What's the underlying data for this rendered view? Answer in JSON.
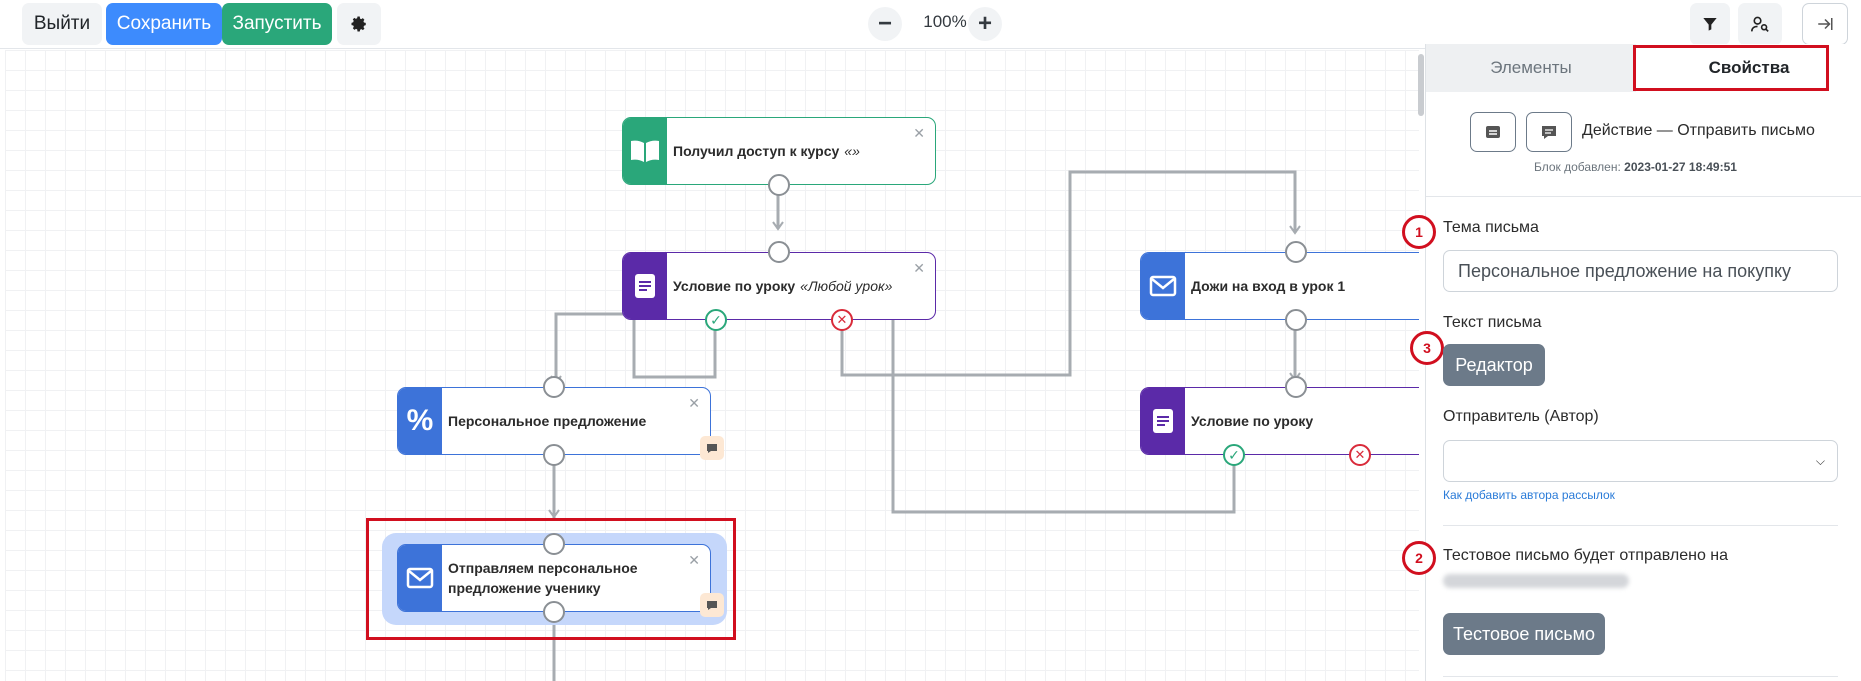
{
  "toolbar": {
    "exit": "Выйти",
    "save": "Сохранить",
    "run": "Запустить",
    "zoom": "100%"
  },
  "nodes": {
    "n1": {
      "title": "Получил доступ к курсу",
      "param": "«»"
    },
    "n2": {
      "title": "Условие по уроку",
      "param": "«Любой урок»"
    },
    "n3": {
      "title": "Персональное предложение"
    },
    "n4": {
      "title": "Отправляем персональное предложение ученику"
    },
    "n5": {
      "title": "Дожи на вход в урок 1"
    },
    "n6": {
      "title": "Условие по уроку"
    }
  },
  "panel": {
    "tab_elements": "Элементы",
    "tab_properties": "Свойства",
    "action_title": "Действие — Отправить письмо",
    "added_label": "Блок добавлен:",
    "added_date": "2023-01-27 18:49:51",
    "subject_label": "Тема письма",
    "subject_value": "Персональное предложение на покупку",
    "text_label": "Текст письма",
    "editor_btn": "Редактор",
    "sender_label": "Отправитель (Автор)",
    "sender_value": "",
    "howto_link": "Как добавить автора рассылок",
    "test_label": "Тестовое письмо будет отправлено на",
    "test_btn": "Тестовое письмо"
  },
  "markers": {
    "m1": "1",
    "m2": "2",
    "m3": "3"
  },
  "colors": {
    "primary": "#3d8bfd",
    "success": "#2aa77a",
    "course": "#2aa77a",
    "condition": "#5b2aa8",
    "email": "#3d73d9",
    "error": "#d92b3a",
    "highlight": "#d10f1f"
  }
}
